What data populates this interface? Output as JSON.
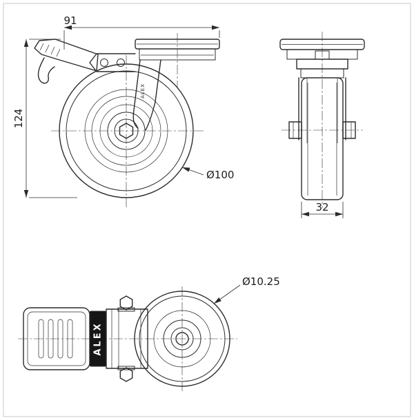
{
  "drawing": {
    "type": "caster-wheel-technical-drawing",
    "dimensions": {
      "plate_offset": "91",
      "overall_height": "124",
      "wheel_diameter": "Ø100",
      "wheel_width": "32",
      "bolt_hole_diameter": "Ø10.25"
    },
    "brand_label": "ALEX",
    "fork_logo": "ALEX"
  },
  "colors": {
    "line": "#2b2b2b",
    "background": "#ffffff",
    "label_background": "#161616",
    "label_text": "#ffffff",
    "border": "#c8c8c8"
  }
}
